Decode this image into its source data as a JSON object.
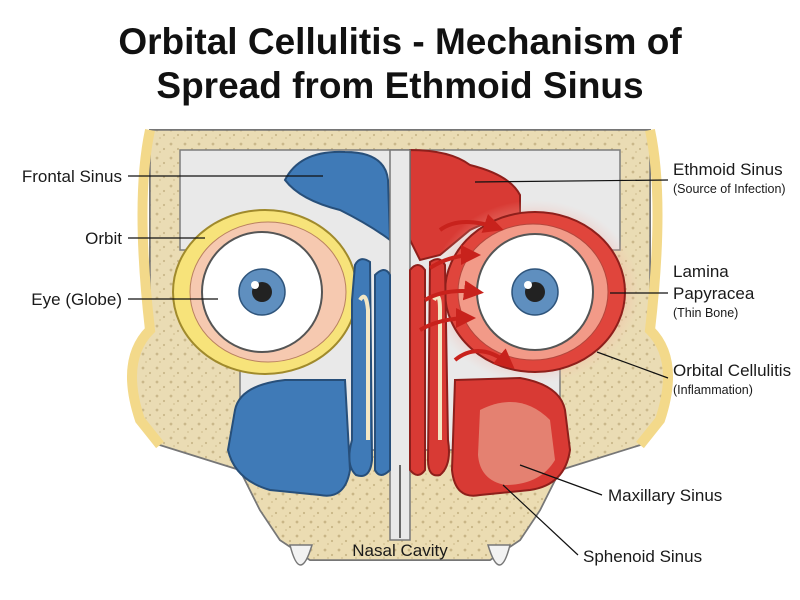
{
  "title": {
    "line1": "Orbital Cellulitis - Mechanism of",
    "line2": "Spread from Ethmoid Sinus"
  },
  "labels": {
    "frontal_sinus": "Frontal Sinus",
    "orbit": "Orbit",
    "eye_globe": "Eye (Globe)",
    "ethmoid_sinus": "Ethmoid Sinus",
    "ethmoid_sub": "(Source of Infection)",
    "lamina_line1": "Lamina",
    "lamina_line2": "Papyracea",
    "lamina_sub": "(Thin Bone)",
    "orbital_cellulitis": "Orbital Cellulitis",
    "orbital_cellulitis_sub": "(Inflammation)",
    "maxillary_sinus": "Maxillary Sinus",
    "nasal_cavity": "Nasal Cavity",
    "sphenoid_sinus": "Sphenoid Sinus"
  },
  "colors": {
    "healthy_sinus": "#3f7ab7",
    "infected_sinus": "#d83a34",
    "orbit_fat": "#f7e37a",
    "bone": "#e8d9a8",
    "skull_outline": "#e6e6e6",
    "inflammation": "#f0a79a",
    "iris": "#5f8fbf"
  }
}
